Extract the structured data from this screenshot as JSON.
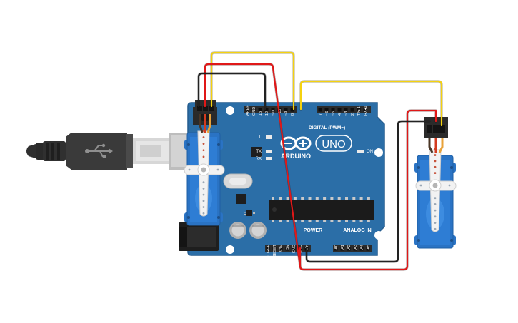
{
  "board": {
    "brand": "ARDUINO",
    "model": "UNO",
    "digital_label": "DIGITAL (PWM~)",
    "power_label": "POWER",
    "analog_label": "ANALOG IN",
    "led_l": "L",
    "led_tx": "TX",
    "led_rx": "RX",
    "led_on": "ON",
    "top_pins": [
      "AREF",
      "GND",
      "13",
      "12",
      "~11",
      "~10",
      "~9",
      "8",
      "7",
      "~6",
      "~5",
      "4",
      "~3",
      "2",
      "TX▸1",
      "RX◂0"
    ],
    "power_pins": [
      "IOREF",
      "RESET",
      "3.3V",
      "5V",
      "GND",
      "GND",
      "Vin"
    ],
    "analog_pins": [
      "A0",
      "A1",
      "A2",
      "A3",
      "A4",
      "A5"
    ]
  },
  "components": {
    "usb_cable": "usb-b-cable",
    "usb_icon": "usb-icon",
    "servo_left": "micro-servo",
    "servo_right": "micro-servo"
  },
  "wires": [
    {
      "color": "#f5d20f",
      "from": "~10",
      "to": "servo-left-signal"
    },
    {
      "color": "#e01818",
      "from": "5V",
      "to": "servo-left-power"
    },
    {
      "color": "#222222",
      "from": "GND",
      "to": "servo-left-ground"
    },
    {
      "color": "#f5d20f",
      "from": "~9",
      "to": "servo-right-signal"
    },
    {
      "color": "#e01818",
      "from": "5V",
      "to": "servo-right-power"
    },
    {
      "color": "#222222",
      "from": "GND",
      "to": "servo-right-ground"
    }
  ],
  "colors": {
    "board": "#2b6ea7",
    "servo": "#2a73c4",
    "header": "#2b2b2b",
    "wire_signal": "#f5d20f",
    "wire_power": "#e01818",
    "wire_ground": "#222222"
  }
}
